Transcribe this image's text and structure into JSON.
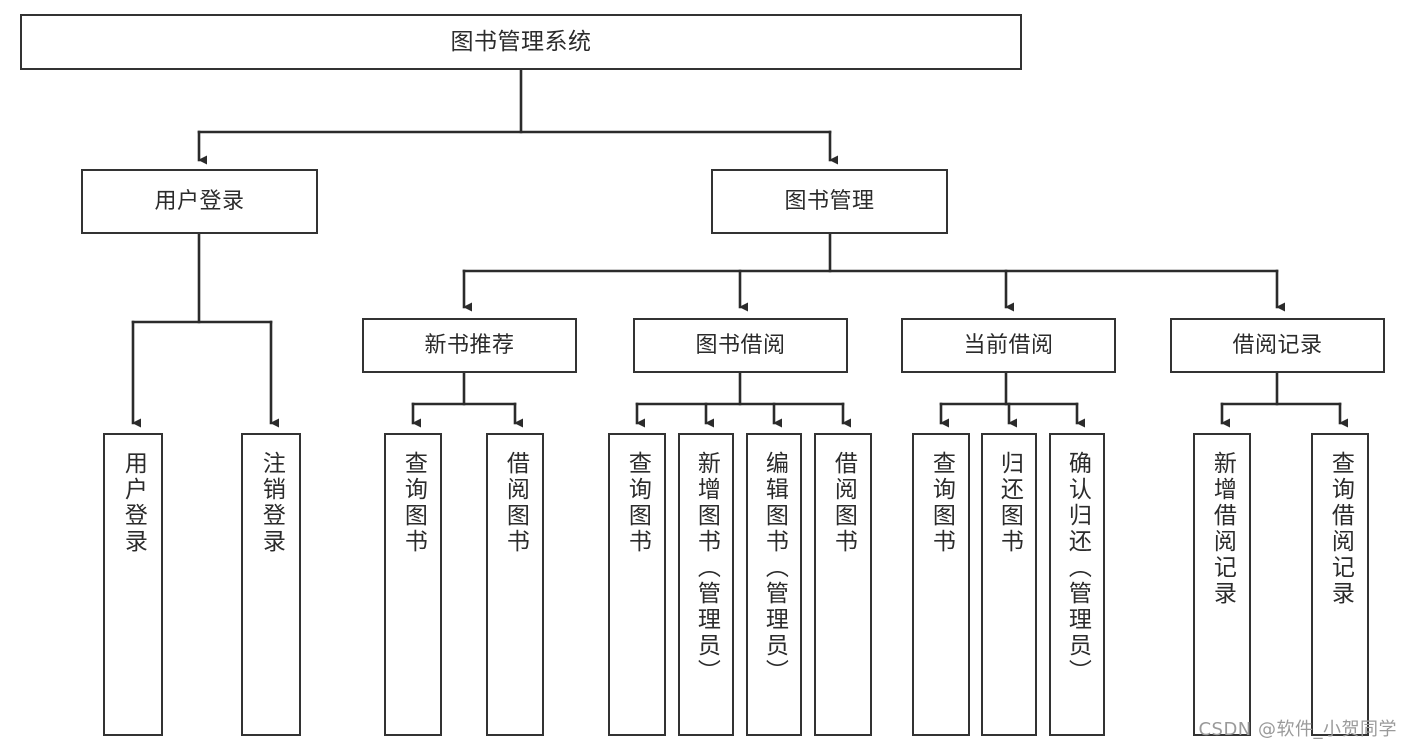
{
  "diagram": {
    "title": "图书管理系统",
    "type": "tree",
    "watermark": "CSDN @软件_小贺同学",
    "colors": {
      "box_border": "#333333",
      "box_fill": "#ffffff",
      "edge": "#2b2b2b",
      "text": "#2b2b2b",
      "watermark": "#9a9a9a",
      "background": "#ffffff"
    },
    "levels": {
      "root": {
        "label": "图书管理系统"
      },
      "level2": [
        {
          "label": "用户登录"
        },
        {
          "label": "图书管理"
        }
      ],
      "level3": [
        {
          "label": "新书推荐",
          "parent": "图书管理"
        },
        {
          "label": "图书借阅",
          "parent": "图书管理"
        },
        {
          "label": "当前借阅",
          "parent": "图书管理"
        },
        {
          "label": "借阅记录",
          "parent": "图书管理"
        }
      ],
      "level4": [
        {
          "label": "用户登录",
          "parent": "用户登录"
        },
        {
          "label": "注销登录",
          "parent": "用户登录"
        },
        {
          "label": "查询图书",
          "parent": "新书推荐"
        },
        {
          "label": "借阅图书",
          "parent": "新书推荐"
        },
        {
          "label": "查询图书",
          "parent": "图书借阅"
        },
        {
          "label": "新增图书（管理员）",
          "parent": "图书借阅"
        },
        {
          "label": "编辑图书（管理员）",
          "parent": "图书借阅"
        },
        {
          "label": "借阅图书",
          "parent": "图书借阅"
        },
        {
          "label": "查询图书",
          "parent": "当前借阅"
        },
        {
          "label": "归还图书",
          "parent": "当前借阅"
        },
        {
          "label": "确认归还（管理员）",
          "parent": "当前借阅"
        },
        {
          "label": "新增借阅记录",
          "parent": "借阅记录"
        },
        {
          "label": "查询借阅记录",
          "parent": "借阅记录"
        }
      ]
    }
  }
}
